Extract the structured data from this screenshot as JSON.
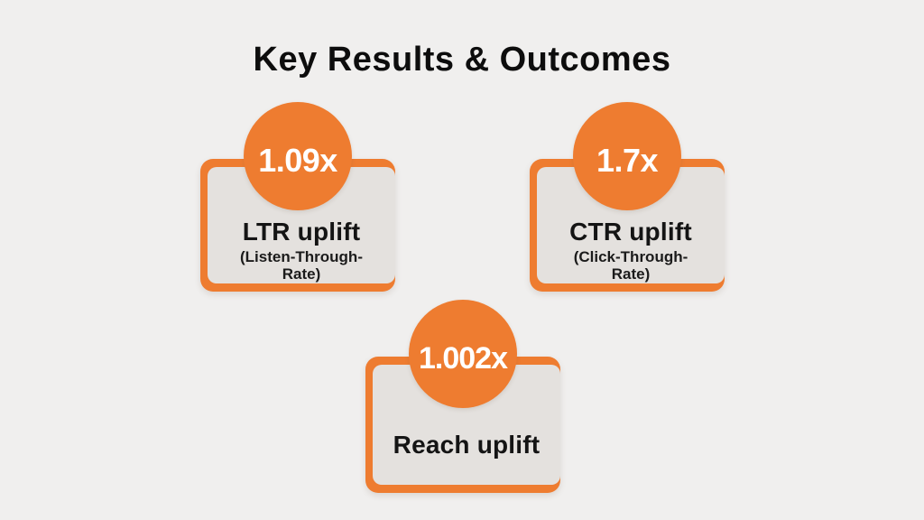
{
  "page": {
    "background_color": "#f0efee",
    "accent_color": "#ee7c30",
    "card_color": "#e4e1de",
    "title_color": "#0d0d0d",
    "value_text_color": "#ffffff"
  },
  "title": "Key Results & Outcomes",
  "cards": [
    {
      "value": "1.09x",
      "label": "LTR uplift",
      "sublabel": "(Listen-Through-Rate)",
      "sublabel_lines": [
        "(Listen-Through-",
        "Rate)"
      ]
    },
    {
      "value": "1.7x",
      "label": "CTR uplift",
      "sublabel": "(Click-Through-Rate)",
      "sublabel_lines": [
        "(Click-Through-",
        "Rate)"
      ]
    },
    {
      "value": "1.002x",
      "label": "Reach uplift",
      "sublabel": "",
      "sublabel_lines": []
    }
  ]
}
